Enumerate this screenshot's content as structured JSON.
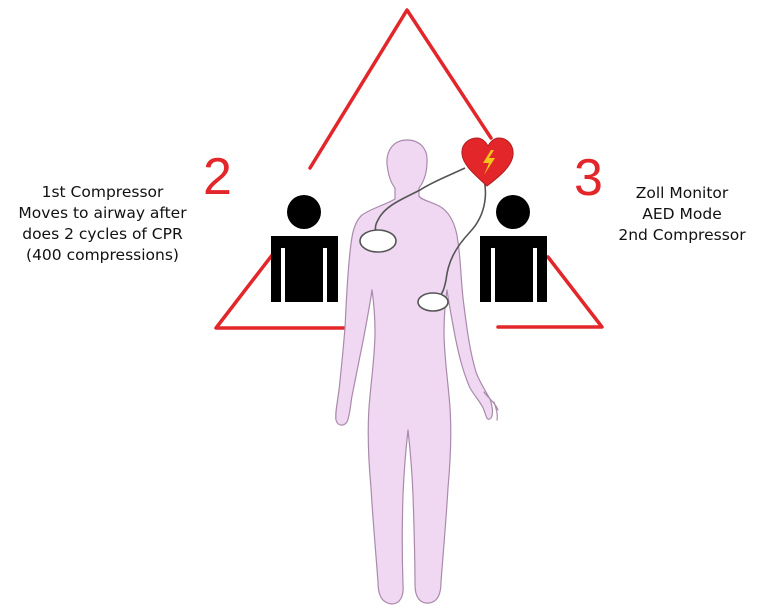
{
  "positions": {
    "left": {
      "number": "2",
      "lines": [
        "1st Compressor",
        "Moves to airway after",
        "does 2 cycles of CPR",
        "(400 compressions)"
      ]
    },
    "right": {
      "number": "3",
      "lines": [
        "Zoll Monitor",
        "AED Mode",
        "2nd Compressor"
      ]
    }
  },
  "colors": {
    "triangle": "#e3262a",
    "body": "#f0d8f3",
    "body_outline": "#a98aab",
    "rescuer": "#000000",
    "heart": "#e3262a",
    "heart_bolt": "#f4c419",
    "number": "#e3262a"
  },
  "icons": [
    "rescuer-left-icon",
    "rescuer-right-icon",
    "heart-defibrillator-icon",
    "patient-body-icon",
    "aed-pad-icon"
  ]
}
